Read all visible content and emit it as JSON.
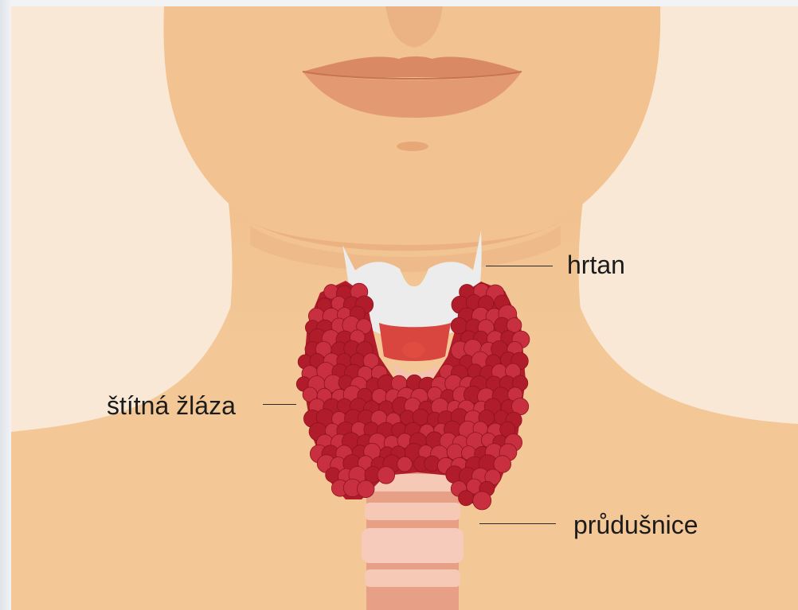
{
  "labels": {
    "larynx": "hrtan",
    "thyroid": "štítná žláza",
    "trachea": "průdušnice"
  },
  "colors": {
    "background": "#f9e8d5",
    "skin": "#f3c796",
    "skin_shadow": "#eab07f",
    "lips": "#e0946b",
    "larynx": "#ececec",
    "thyroid": "#b01c2a",
    "thyroid_highlight": "#c8303f",
    "trachea_ring": "#e79f86",
    "trachea_band": "#f6c9b7"
  }
}
